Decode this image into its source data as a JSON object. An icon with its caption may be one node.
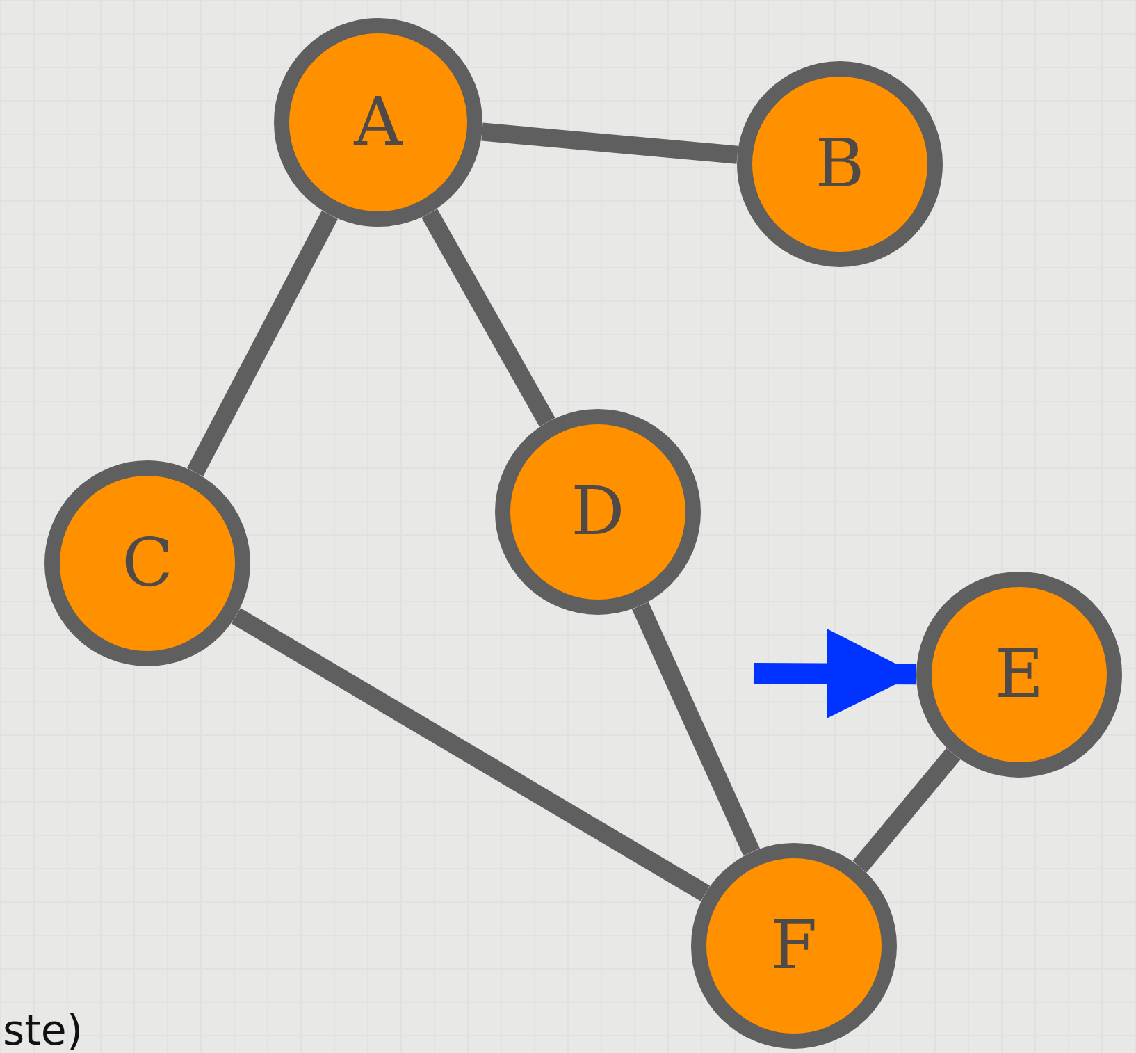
{
  "diagram": {
    "nodes": [
      {
        "text": [
          "A"
        ]
      },
      {
        "text": [
          "B"
        ]
      },
      {
        "text": [
          "C"
        ]
      },
      {
        "text": [
          "D"
        ]
      },
      {
        "text": [
          "E"
        ]
      },
      {
        "text": [
          "F"
        ]
      }
    ],
    "edges": [
      {
        "from": 0,
        "to": 1,
        "arrow": "none"
      },
      {
        "from": 0,
        "to": 2,
        "arrow": "none"
      },
      {
        "from": 0,
        "to": 3,
        "arrow": "none"
      },
      {
        "from": 2,
        "to": 5,
        "arrow": "none"
      },
      {
        "from": 3,
        "to": 5,
        "arrow": "none"
      },
      {
        "from": 4,
        "to": 5,
        "arrow": "none"
      },
      {
        "from": null,
        "to": 4,
        "arrow": "to",
        "color": "#0033ff"
      }
    ],
    "labels": [
      "ste)"
    ]
  }
}
